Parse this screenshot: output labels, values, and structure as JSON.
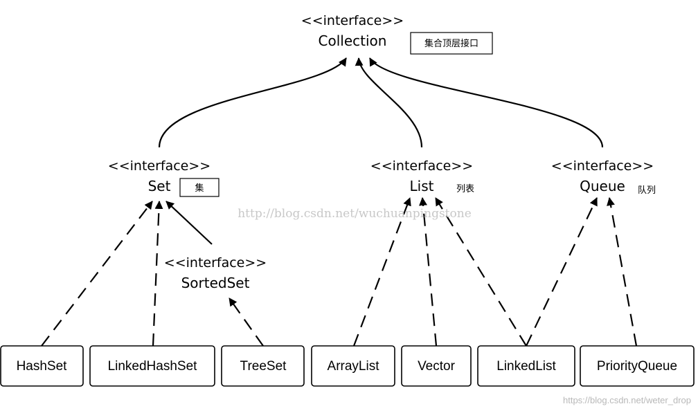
{
  "interfaces": {
    "collection": {
      "stereotype": "<<interface>>",
      "name": "Collection",
      "note": "集合顶层接口"
    },
    "set": {
      "stereotype": "<<interface>>",
      "name": "Set",
      "note": "集"
    },
    "list": {
      "stereotype": "<<interface>>",
      "name": "List",
      "note": "列表"
    },
    "queue": {
      "stereotype": "<<interface>>",
      "name": "Queue",
      "note": "队列"
    },
    "sortedset": {
      "stereotype": "<<interface>>",
      "name": "SortedSet"
    }
  },
  "classes": {
    "hashset": "HashSet",
    "linkedhashset": "LinkedHashSet",
    "treeset": "TreeSet",
    "arraylist": "ArrayList",
    "vector": "Vector",
    "linkedlist": "LinkedList",
    "priorityqueue": "PriorityQueue"
  },
  "watermarks": {
    "center": "http://blog.csdn.net/wuchuanpingstone",
    "corner": "https://blog.csdn.net/weter_drop"
  },
  "colors": {
    "line": "#000000",
    "background": "#ffffff",
    "watermark": "#c8c8c8"
  }
}
